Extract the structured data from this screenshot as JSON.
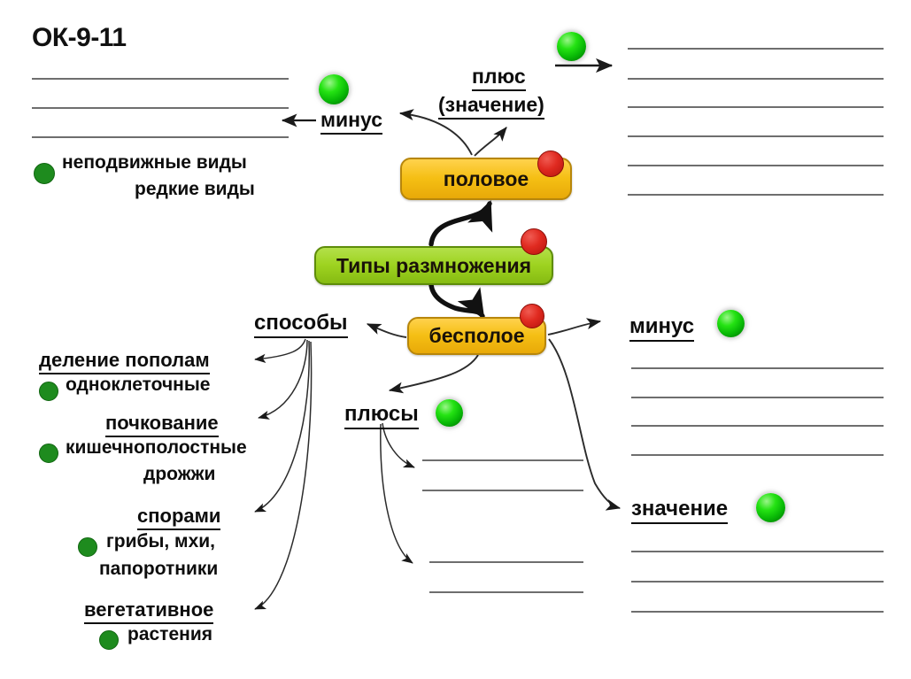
{
  "page": {
    "title": "ОК-9-11",
    "background_color": "#ffffff"
  },
  "colors": {
    "box_yellow": "#f5bf14",
    "box_yellow_border": "#b7860b",
    "box_green": "#9ed320",
    "box_green_border": "#5e8c0a",
    "status_red": "#e02a20",
    "sphere_green": "#25e313",
    "bullet_green": "#1e8b1e",
    "rule_gray": "#6e6e6e",
    "text": "#0d0d0d"
  },
  "nodes": {
    "root": {
      "label": "Типы размножения",
      "status": "red"
    },
    "sexual": {
      "label": "половое",
      "status": "red"
    },
    "asexual": {
      "label": "бесполое",
      "status": "red"
    }
  },
  "labels": {
    "minus_top_left": "минус",
    "plus_top": "плюс",
    "plus_top_second": "(значение)",
    "methods": "способы",
    "minus_right": "минус",
    "plus_bottom": "плюсы",
    "meaning_right": "значение"
  },
  "left_notes": {
    "items": [
      {
        "text": "неподвижные виды",
        "bullet": true
      },
      {
        "text": "редкие виды",
        "bullet": false
      }
    ]
  },
  "methods_list": [
    {
      "heading": "деление пополам",
      "examples": [
        "одноклеточные"
      ]
    },
    {
      "heading": "почкование",
      "examples": [
        "кишечнополостные",
        "дрожжи"
      ]
    },
    {
      "heading": "спорами",
      "examples": [
        "грибы, мхи,",
        "папоротники"
      ]
    },
    {
      "heading": "вегетативное",
      "examples": [
        "растения"
      ]
    }
  ],
  "blank_line_groups": {
    "top_left": {
      "count": 3
    },
    "top_right": {
      "count": 6
    },
    "right_minus": {
      "count": 4
    },
    "right_meaning": {
      "count": 3
    },
    "center_plus_upper": {
      "count": 2
    },
    "center_plus_lower": {
      "count": 2
    }
  },
  "spheres": {
    "top_left_minus": "green-sphere",
    "top_right_plus": "green-sphere",
    "left_note_bullet": "green-bullet",
    "right_minus": "green-sphere",
    "center_plus": "green-sphere",
    "right_meaning": "green-sphere"
  }
}
